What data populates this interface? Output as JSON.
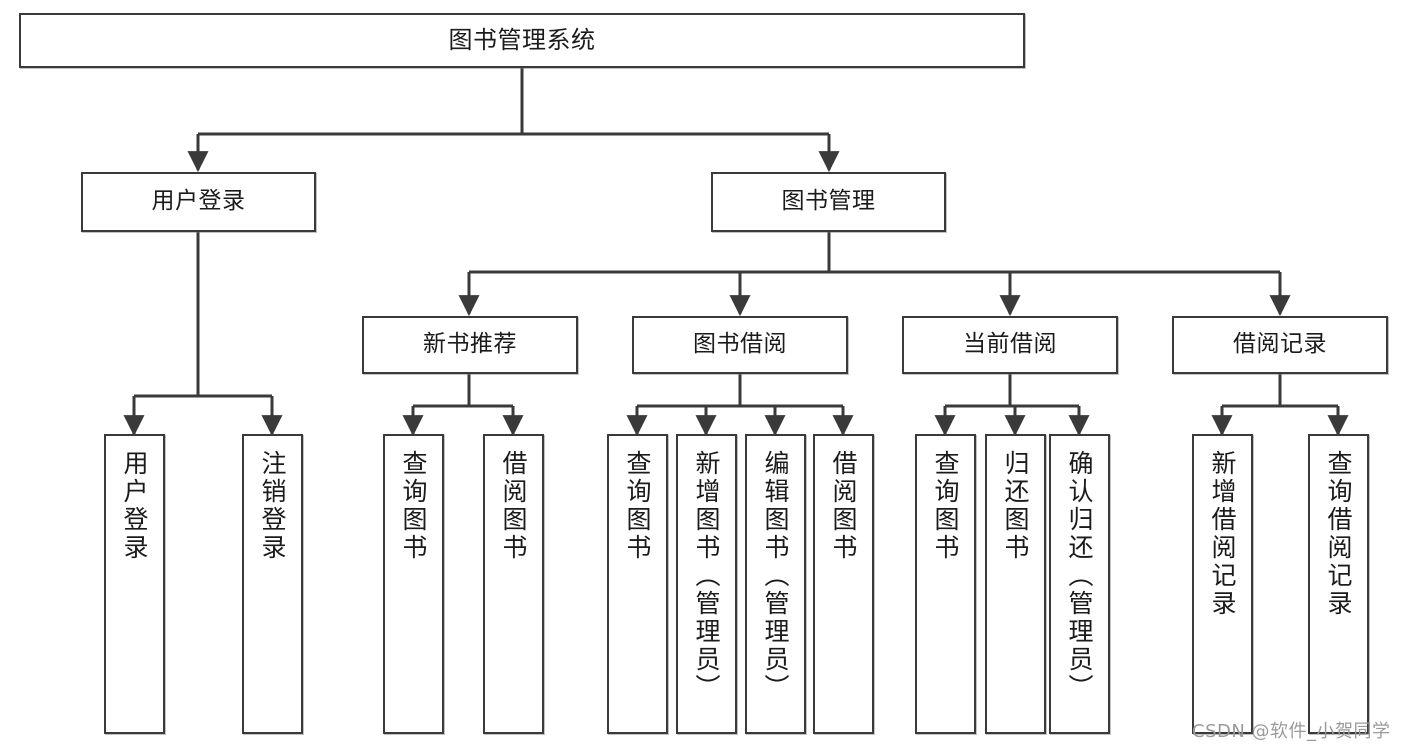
{
  "diagram": {
    "title": "图书管理系统",
    "type": "functional-hierarchy-tree",
    "root": {
      "label": "图书管理系统"
    },
    "tier1": [
      {
        "label": "用户登录"
      },
      {
        "label": "图书管理"
      }
    ],
    "tier2": [
      {
        "label": "新书推荐"
      },
      {
        "label": "图书借阅"
      },
      {
        "label": "当前借阅"
      },
      {
        "label": "借阅记录"
      }
    ],
    "leaves": {
      "user_login": [
        {
          "label": "用户登录"
        },
        {
          "label": "注销登录"
        }
      ],
      "new_book_recommend": [
        {
          "label": "查询图书"
        },
        {
          "label": "借阅图书"
        }
      ],
      "book_borrow": [
        {
          "label": "查询图书"
        },
        {
          "label": "新增图书（管理员）"
        },
        {
          "label": "编辑图书（管理员）"
        },
        {
          "label": "借阅图书"
        }
      ],
      "current_borrow": [
        {
          "label": "查询图书"
        },
        {
          "label": "归还图书"
        },
        {
          "label": "确认归还（管理员）"
        }
      ],
      "borrow_record": [
        {
          "label": "新增借阅记录"
        },
        {
          "label": "查询借阅记录"
        }
      ]
    }
  },
  "watermark": {
    "text": "CSDN @软件_小贺同学"
  },
  "colors": {
    "stroke": "#3a3a3a",
    "fill": "#ffffff",
    "text": "#1b1b1b",
    "watermark": "#9a9a9a"
  }
}
